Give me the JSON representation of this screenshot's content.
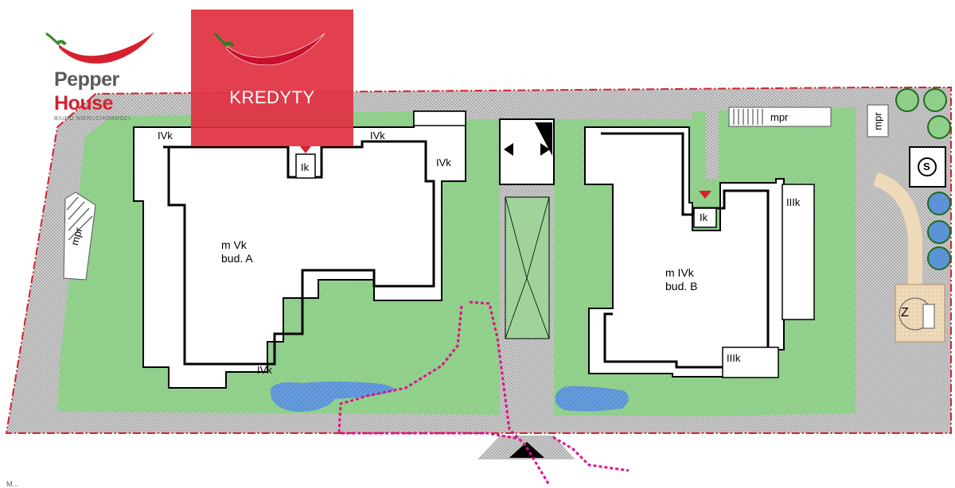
{
  "logo": {
    "line1": "Pepper",
    "line2": "House",
    "subtitle": "BIURO NIERUCHOMOŚCI"
  },
  "badge": {
    "label": "KREDYTY"
  },
  "colors": {
    "lawn": "#8fcf8a",
    "path": "#c9c9c9",
    "brand_red": "#d6202f",
    "water": "#5b93d6",
    "route": "#e0118a"
  },
  "building_a": {
    "line1": "m Vk",
    "line2": "bud. A"
  },
  "building_b": {
    "line1": "m IVk",
    "line2": "bud. B"
  },
  "labels": {
    "a_ivk_top_left": "IVk",
    "a_ivk_top": "IVk",
    "a_ivk_right": "IVk",
    "a_ik": "Ik",
    "a_ivk_bottom": "IVk",
    "b_ik": "Ik",
    "b_iiik_top": "IIIk",
    "b_iiik_bottom": "IIIk",
    "mpr_top": "mpr",
    "mpr_right": "mpr",
    "mpr_left": "mpr",
    "s_sign": "S",
    "z_sign": "Z"
  },
  "footer": {
    "text": "M..."
  }
}
